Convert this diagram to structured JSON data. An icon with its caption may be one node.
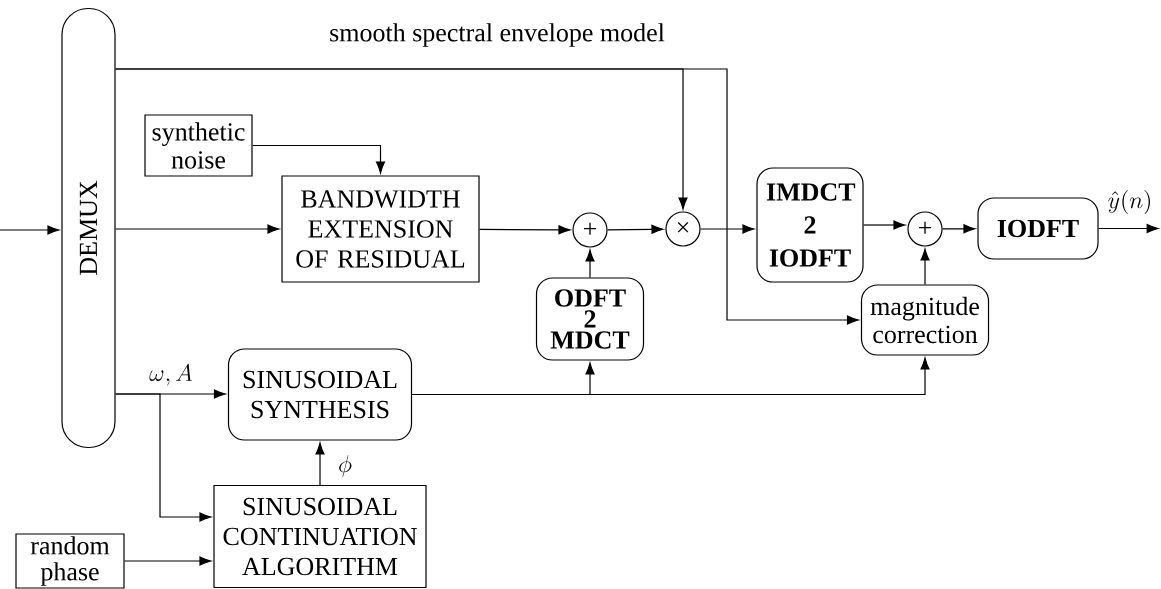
{
  "diagram": {
    "nodes": [
      {
        "text": [
          "DEMUX"
        ]
      },
      {
        "text": [
          "synthetic noise"
        ]
      },
      {
        "text": [
          "BANDWIDTH EXTENSION OF RESIDUAL"
        ]
      },
      {
        "text": [
          "+"
        ]
      },
      {
        "text": [
          "×"
        ]
      },
      {
        "text": [
          "IMDCT 2 IODFT"
        ]
      },
      {
        "text": [
          "+"
        ]
      },
      {
        "text": [
          "IODFT"
        ]
      },
      {
        "text": [
          "ODFT 2 MDCT"
        ]
      },
      {
        "text": [
          "magnitude correction"
        ]
      },
      {
        "text": [
          "SINUSOIDAL SYNTHESIS"
        ]
      },
      {
        "text": [
          "SINUSOIDAL CONTINUATION ALGORITHM"
        ]
      },
      {
        "text": [
          "random phase"
        ]
      }
    ],
    "edges": [
      {
        "from": null,
        "to": 0,
        "arrow": "to"
      },
      {
        "from": 0,
        "to": 4,
        "arrow": "to",
        "label": "smooth spectral envelope model"
      },
      {
        "from": 0,
        "to": 9,
        "arrow": "to"
      },
      {
        "from": 1,
        "to": 2,
        "arrow": "to"
      },
      {
        "from": 0,
        "to": 2,
        "arrow": "to"
      },
      {
        "from": 2,
        "to": 3,
        "arrow": "to"
      },
      {
        "from": 8,
        "to": 3,
        "arrow": "to"
      },
      {
        "from": 3,
        "to": 4,
        "arrow": "to"
      },
      {
        "from": 4,
        "to": 5,
        "arrow": "to"
      },
      {
        "from": 5,
        "to": 6,
        "arrow": "to"
      },
      {
        "from": 9,
        "to": 6,
        "arrow": "to"
      },
      {
        "from": 6,
        "to": 7,
        "arrow": "to"
      },
      {
        "from": 7,
        "to": null,
        "arrow": "to",
        "label": "\\hat{y}(n)"
      },
      {
        "from": 0,
        "to": 10,
        "arrow": "to",
        "label": "\\omega, A"
      },
      {
        "from": 0,
        "to": 11,
        "arrow": "to"
      },
      {
        "from": 11,
        "to": 10,
        "arrow": "to",
        "label": "\\phi"
      },
      {
        "from": 10,
        "to": 8,
        "arrow": "to"
      },
      {
        "from": 10,
        "to": 9,
        "arrow": "to"
      },
      {
        "from": 12,
        "to": 11,
        "arrow": "to"
      }
    ]
  }
}
